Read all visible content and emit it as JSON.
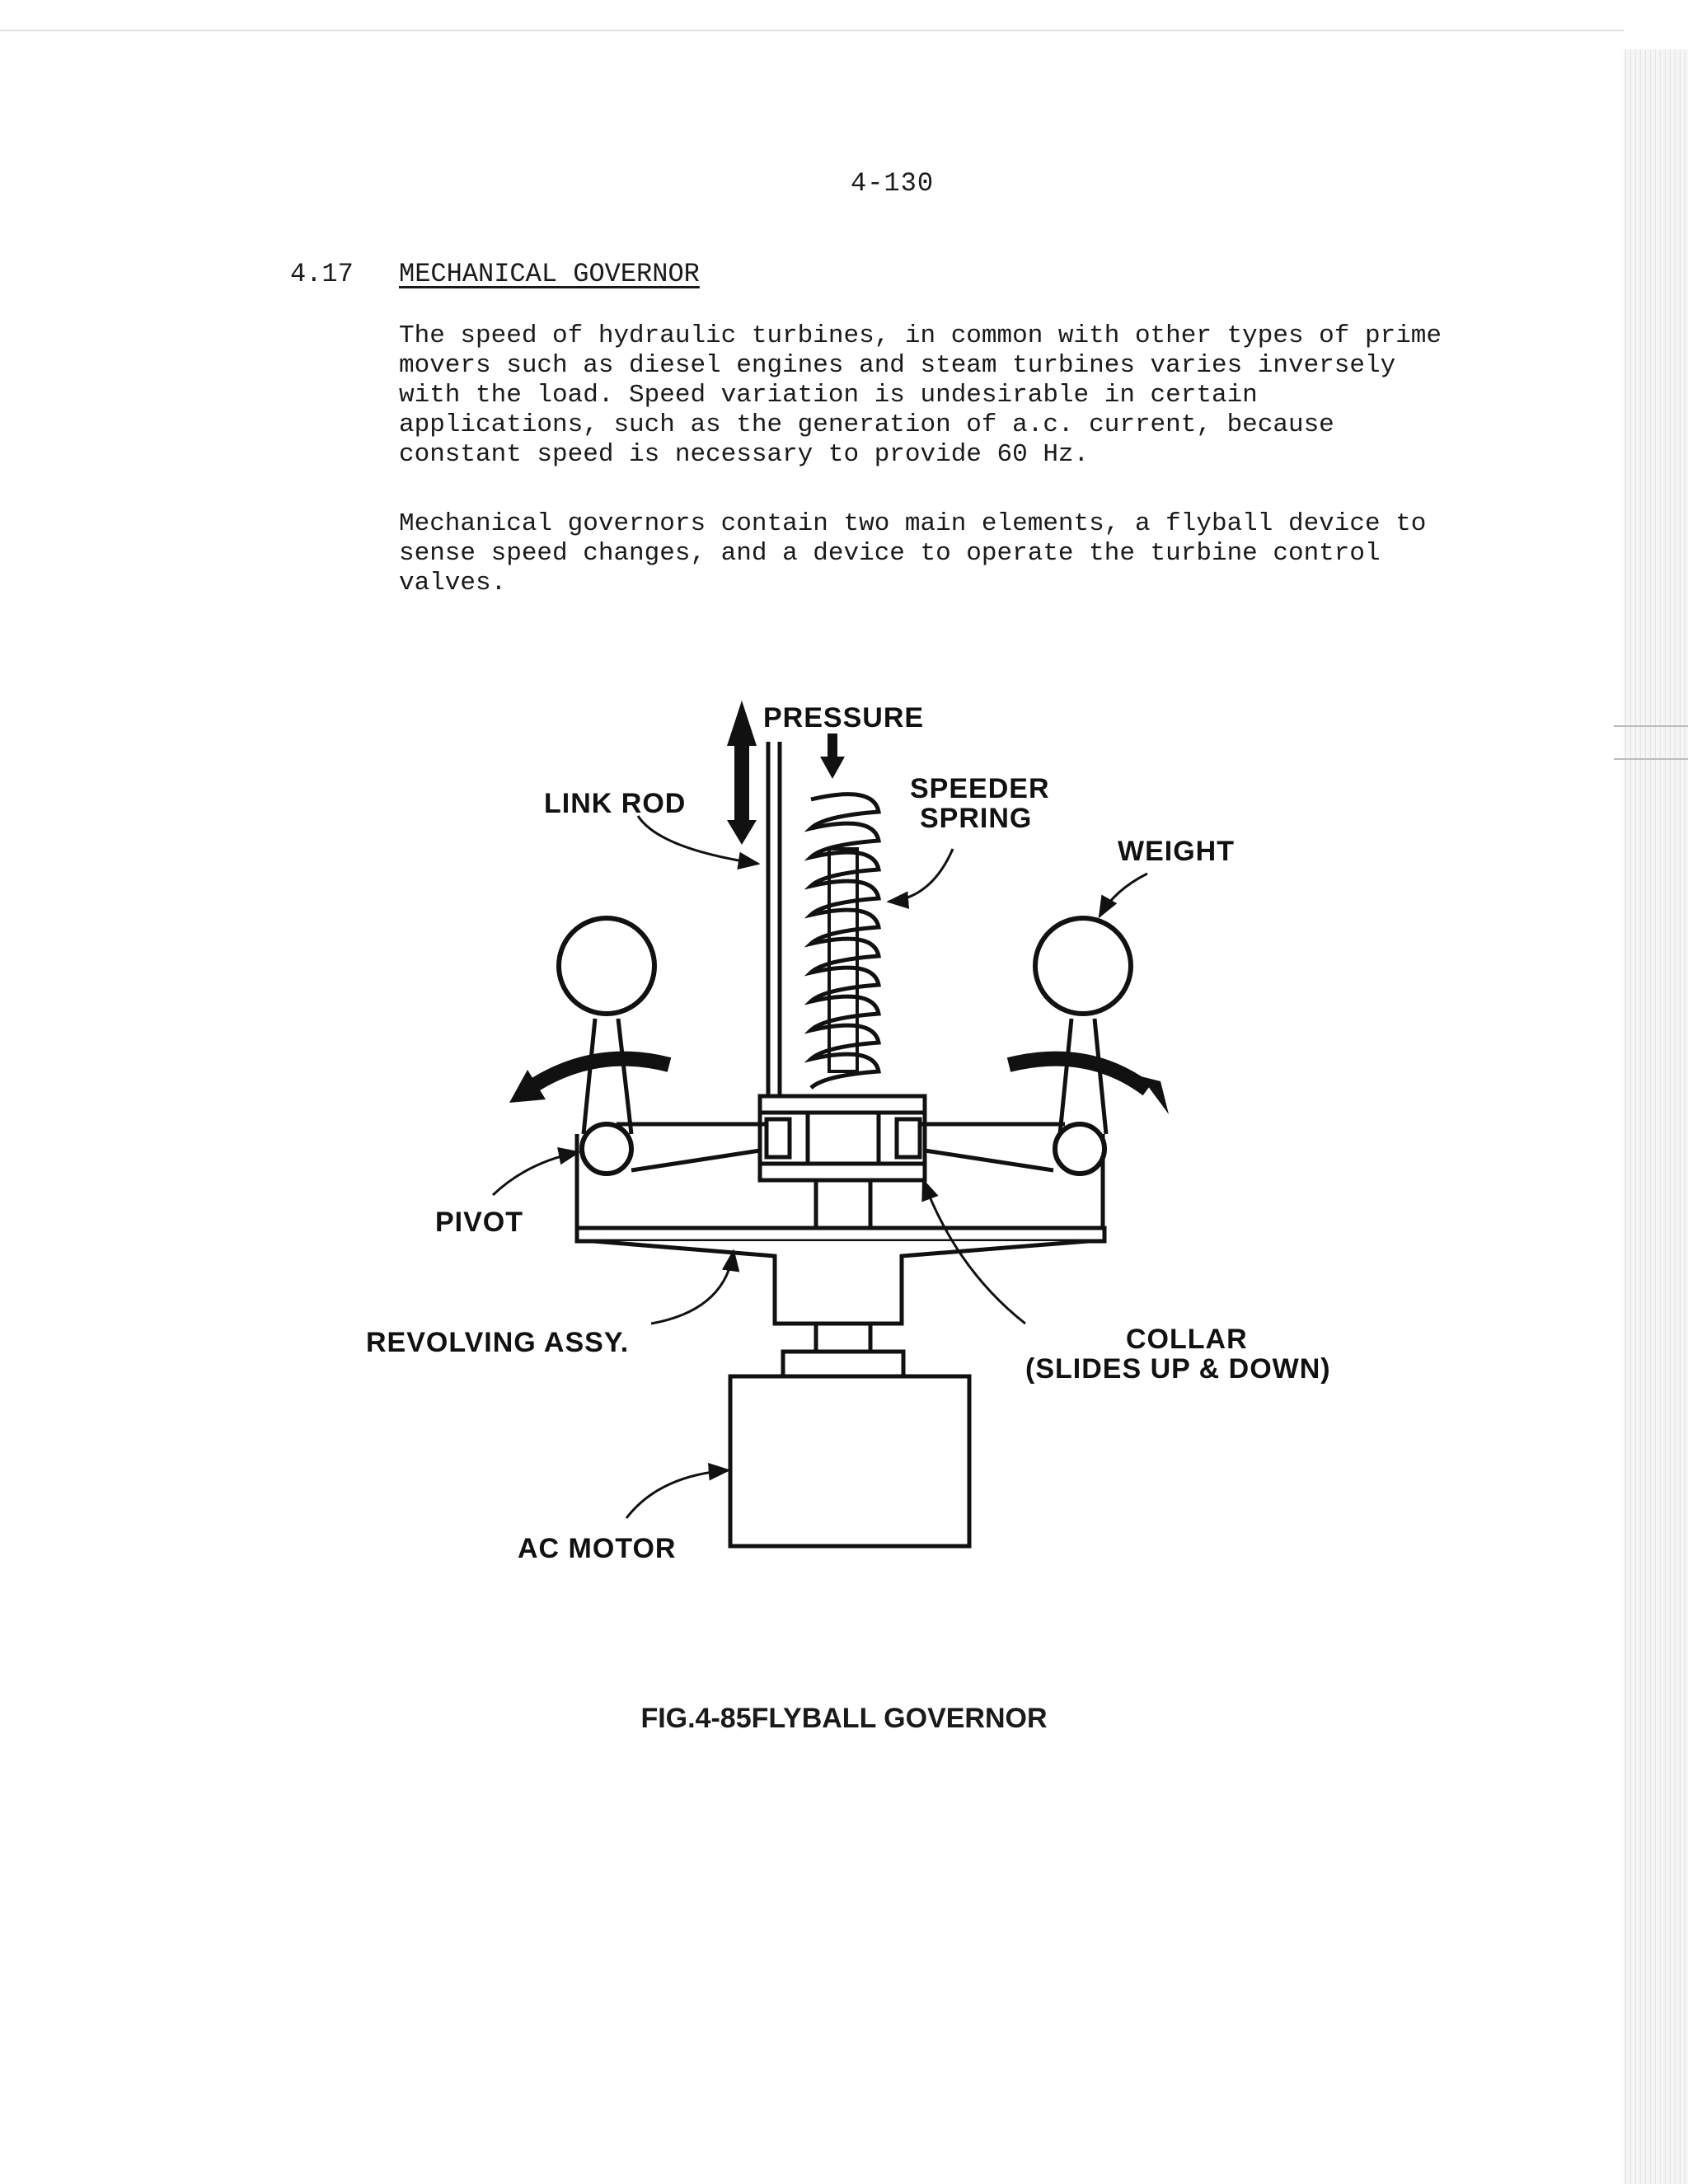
{
  "page": {
    "number": "4-130"
  },
  "section": {
    "number": "4.17",
    "title": "MECHANICAL GOVERNOR",
    "paragraphs": [
      "The speed of hydraulic turbines, in common with other types of prime\nmovers such as diesel engines and steam turbines varies inversely\nwith the load.  Speed variation is undesirable in certain\napplications, such as the generation of a.c. current, because\nconstant speed is necessary to provide 60 Hz.",
      "Mechanical governors contain two main elements, a flyball device to\nsense speed changes, and a device to operate the turbine control\nvalves."
    ]
  },
  "figure": {
    "labels": {
      "pressure": "PRESSURE",
      "link_rod": "LINK ROD",
      "speeder": "SPEEDER",
      "spring": "SPRING",
      "weight": "WEIGHT",
      "pivot": "PIVOT",
      "revolving_assy": "REVOLVING ASSY.",
      "collar": "COLLAR",
      "collar_note": "(SLIDES UP & DOWN)",
      "ac_motor": "AC MOTOR"
    },
    "caption": "FIG.4-85FLYBALL GOVERNOR"
  }
}
